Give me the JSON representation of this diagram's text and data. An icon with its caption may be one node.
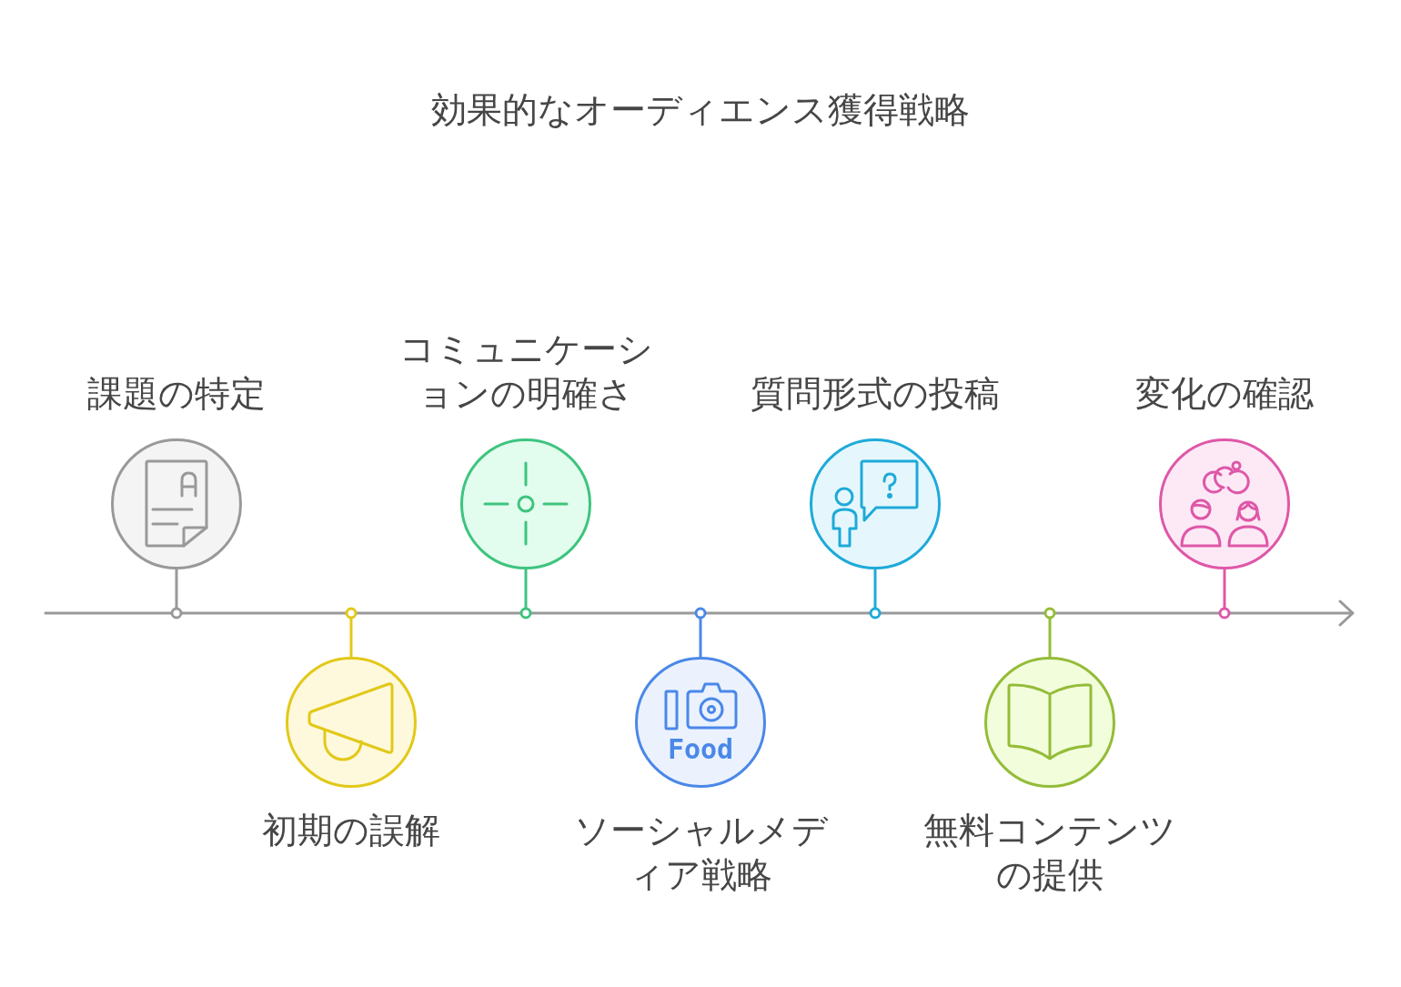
{
  "diagram": {
    "title": "効果的なオーディエンス獲得戦略",
    "nodes": [
      {
        "text": [
          "課題の特定"
        ]
      },
      {
        "text": [
          "初期の誤解"
        ]
      },
      {
        "text": [
          "コミュニケーションの明確さ"
        ]
      },
      {
        "text": [
          "Food",
          "ソーシャルメディア戦略"
        ]
      },
      {
        "text": [
          "質問形式の投稿"
        ]
      },
      {
        "text": [
          "無料コンテンツの提供"
        ]
      },
      {
        "text": [
          "変化の確認"
        ]
      }
    ],
    "edges": [
      {
        "from": 0,
        "to": null,
        "arrow": "other",
        "color": "#999999"
      },
      {
        "from": 1,
        "to": null,
        "arrow": "other",
        "color": "#e2c818"
      },
      {
        "from": 2,
        "to": null,
        "arrow": "other",
        "color": "#3ec47e"
      },
      {
        "from": 3,
        "to": null,
        "arrow": "other",
        "color": "#4a88e8"
      },
      {
        "from": 4,
        "to": null,
        "arrow": "other",
        "color": "#1eaad8"
      },
      {
        "from": 5,
        "to": null,
        "arrow": "other",
        "color": "#94bc38"
      },
      {
        "from": 6,
        "to": null,
        "arrow": "other",
        "color": "#de58a8"
      }
    ]
  }
}
